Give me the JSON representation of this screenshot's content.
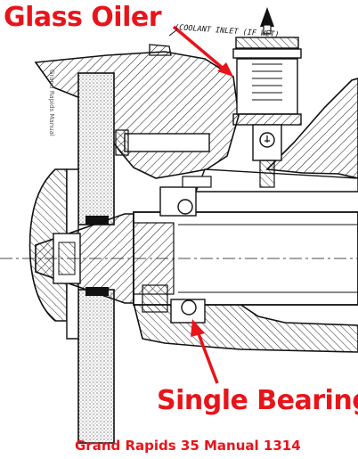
{
  "labels": {
    "glass_oiler": "Glass Oiler",
    "single_bearing": "Single Bearing",
    "caption": "Grand Rapids 35 Manual 1314",
    "handwritten_note": "(COOLANT INLET (IF WET)",
    "watermark": "Grand Rapids Manual"
  },
  "colors": {
    "annotation_red": "#e8141a",
    "line_ink": "#111111"
  }
}
